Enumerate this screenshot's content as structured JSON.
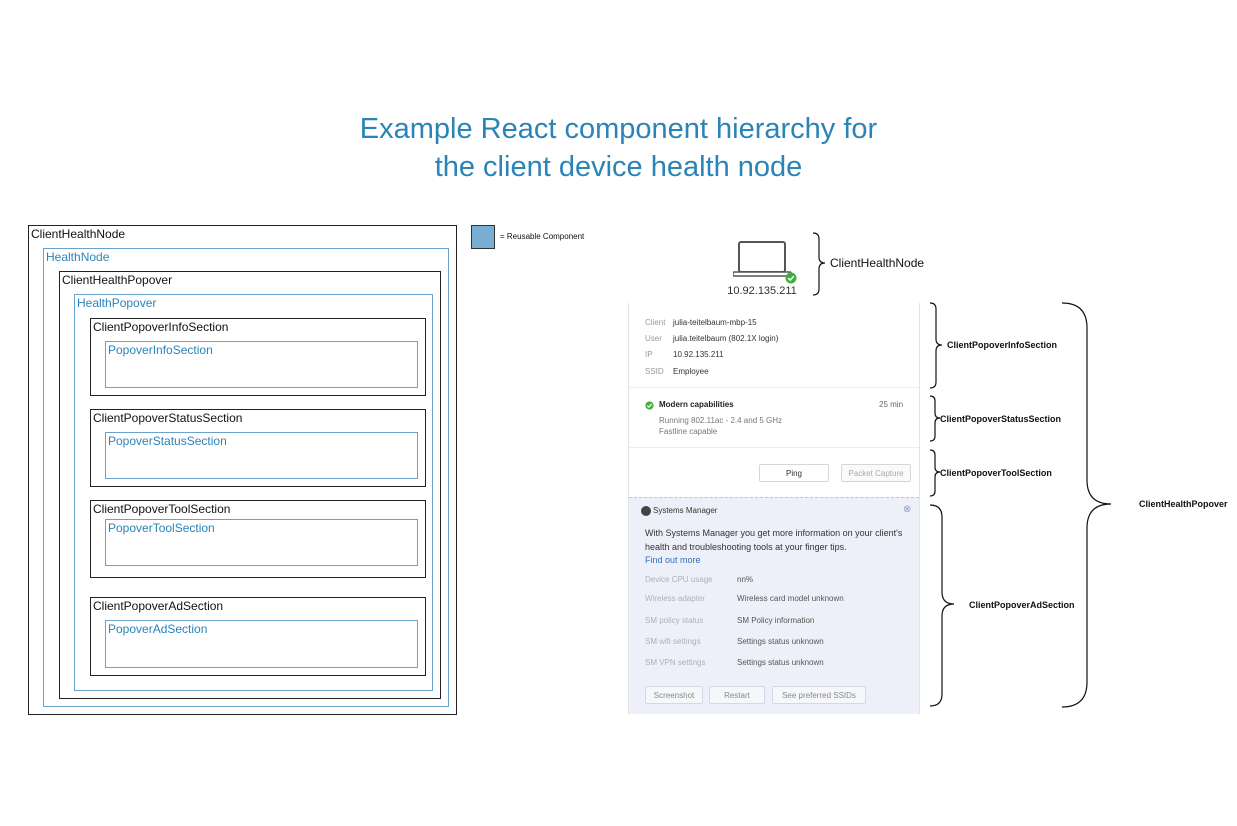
{
  "title": {
    "line1": "Example React component hierarchy for",
    "line2": "the client device health node"
  },
  "colors": {
    "accent": "#2a84b8",
    "reusable": "#78aed3",
    "ad_background": "#edf0f8",
    "success": "#3cb23c"
  },
  "legend": {
    "text": "= Reusable Component"
  },
  "hierarchy": {
    "client_health_node": "ClientHealthNode",
    "health_node": "HealthNode",
    "client_health_popover": "ClientHealthPopover",
    "health_popover": "HealthPopover",
    "client_info_section": "ClientPopoverInfoSection",
    "info_section": "PopoverInfoSection",
    "client_status_section": "ClientPopoverStatusSection",
    "status_section": "PopoverStatusSection",
    "client_tool_section": "ClientPopoverToolSection",
    "tool_section": "PopoverToolSection",
    "client_ad_section": "ClientPopoverAdSection",
    "ad_section": "PopoverAdSection"
  },
  "device": {
    "icon": "laptop-icon",
    "status_icon": "check-circle-icon",
    "ip": "10.92.135.211"
  },
  "popover": {
    "info": [
      {
        "key": "Client",
        "value": "julia-teitelbaum-mbp-15"
      },
      {
        "key": "User",
        "value": "julia.teitelbaum (802.1X login)"
      },
      {
        "key": "IP",
        "value": "10.92.135.211"
      },
      {
        "key": "SSID",
        "value": "Employee"
      }
    ],
    "status": {
      "title": "Modern capabilities",
      "time": "25 min",
      "line1": "Running 802.11ac - 2.4 and 5 GHz",
      "line2": "Fastline capable"
    },
    "tools": {
      "ping": "Ping",
      "packet_capture": "Packet Capture"
    },
    "ad": {
      "title": "Systems Manager",
      "description": "With Systems Manager you get more information on your client's health and troubleshooting tools at your finger tips.",
      "link": "Find out more",
      "rows": [
        {
          "key": "Device CPU usage",
          "value": "nn%"
        },
        {
          "key": "Wireless adapter",
          "value": "Wireless card model unknown"
        },
        {
          "key": "SM policy status",
          "value": "SM Policy information"
        },
        {
          "key": "SM wifi settings",
          "value": "Settings status unknown"
        },
        {
          "key": "SM VPN settings",
          "value": "Settings status unknown"
        }
      ],
      "buttons": {
        "screenshot": "Screenshot",
        "restart": "Restart",
        "ssids": "See preferred SSIDs"
      }
    }
  },
  "annotations": {
    "client_health_node": "ClientHealthNode",
    "info": "ClientPopoverInfoSection",
    "status": "ClientPopoverStatusSection",
    "tool": "ClientPopoverToolSection",
    "ad": "ClientPopoverAdSection",
    "popover": "ClientHealthPopover"
  }
}
